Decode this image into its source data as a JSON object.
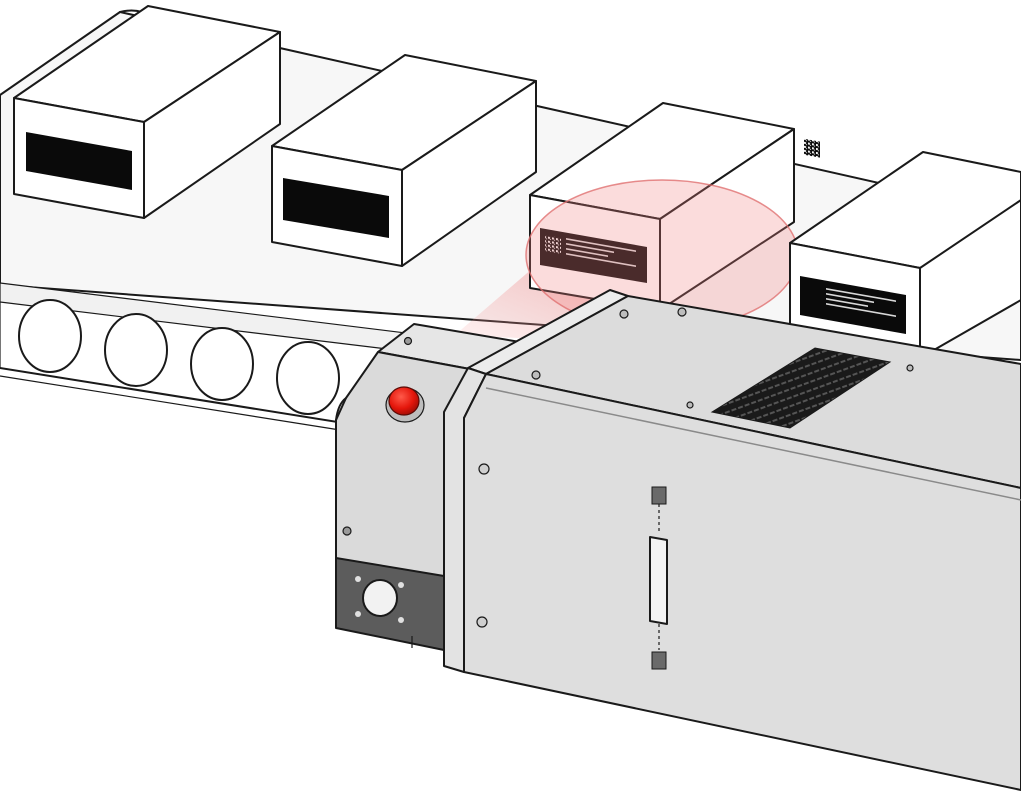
{
  "scene": {
    "colors": {
      "box_face": "#ffffff",
      "box_top": "#ffffff",
      "conveyor": "#f7f7f7",
      "roller": "#ffffff",
      "marker_body": "#d9d9d9",
      "marker_body_dark": "#c4c4c4",
      "marker_panel": "#e1e1e1",
      "mount_plate": "#595959",
      "label_black": "#0a0a0a",
      "laser_beam": "#f08080",
      "stop_button": "#e4160b"
    },
    "conveyor": {
      "roller_count": 4
    },
    "boxes": [
      {
        "name": "box-1",
        "label": "blank"
      },
      {
        "name": "box-2",
        "label": "blank"
      },
      {
        "name": "box-3",
        "label": "marked"
      },
      {
        "name": "box-4",
        "label": "marked"
      }
    ],
    "laser_marker": {
      "components": [
        "stop-button",
        "cooling-vents",
        "access-latch",
        "connector-port"
      ]
    }
  }
}
